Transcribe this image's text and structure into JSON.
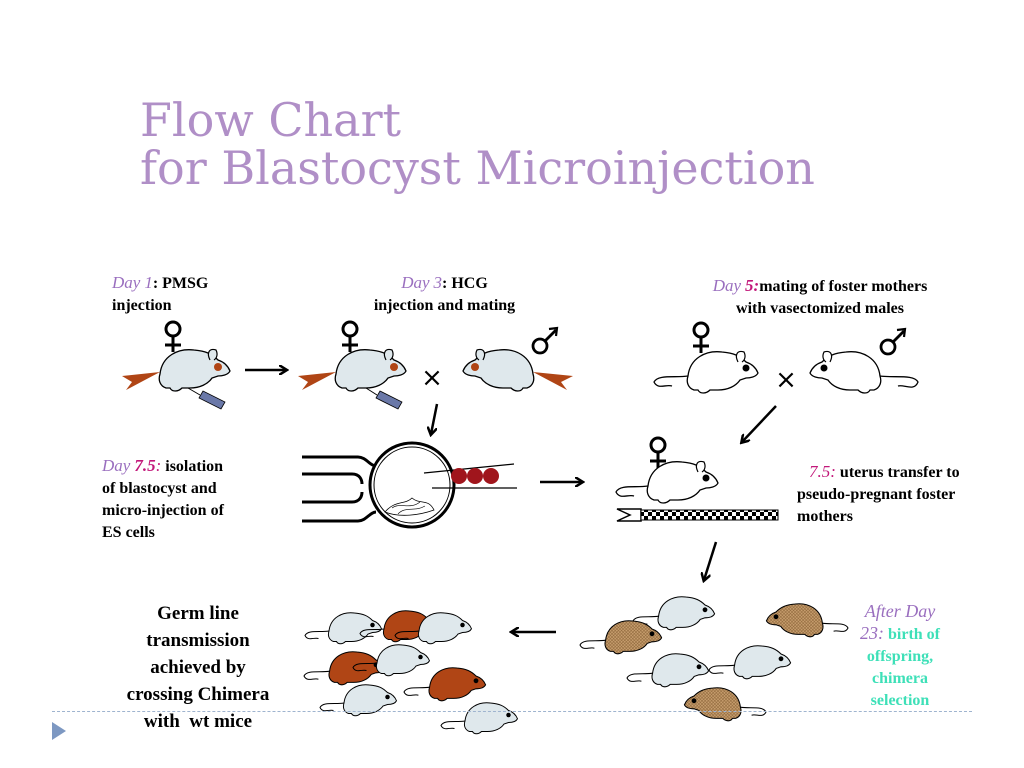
{
  "title": {
    "line1": "Flow Chart",
    "line2": "for Blastocyst Microinjection"
  },
  "steps": {
    "day1": {
      "day_word": "Day",
      "day_num": "1",
      "colon": ":",
      "text_a": " PMSG",
      "text_b": "injection"
    },
    "day3": {
      "day_word": "Day",
      "day_num": "3",
      "colon": ":",
      "text_a": " HCG",
      "text_b": "injection and mating"
    },
    "day5": {
      "day_word": "Day",
      "day_num": "5:",
      "text_a": "mating of foster mothers",
      "text_b": "with vasectomized males"
    },
    "day75_isolation": {
      "day_word": "Day",
      "day_num": "7.5",
      "colon": ":",
      "text_a": " isolation",
      "text_b": "of blastocyst and",
      "text_c": "micro-injection of",
      "text_d": "ES cells"
    },
    "day75_transfer": {
      "day_num": "7.5",
      "colon": ":",
      "text_a": " uterus transfer to",
      "text_b": "pseudo-pregnant foster",
      "text_c": "mothers"
    },
    "day23": {
      "line1": "After Day",
      "line2_prefix": "23:",
      "line2_text": " birth of",
      "line3": "offspring,",
      "line4": "chimera",
      "line5": "selection"
    },
    "germline": {
      "line1": "Germ line",
      "line2": "transmission",
      "line3": "achieved by",
      "line4": "crossing Chimera",
      "line5": "with  wt mice"
    }
  },
  "symbols": {
    "female": "♀",
    "male": "♂",
    "cross": "×"
  },
  "colors": {
    "title": "#b08fc7",
    "mouse_white": "#ffffff",
    "mouse_gray": "#dfe8ec",
    "mouse_brown": "#b04515",
    "mouse_tan": "#c9a070",
    "embryo_red": "#a0151c",
    "syringe": "#6a78a8",
    "after_day": "#b08fc7",
    "birth_text": "#3ee0b8",
    "accent_pink": "#c2187a"
  }
}
